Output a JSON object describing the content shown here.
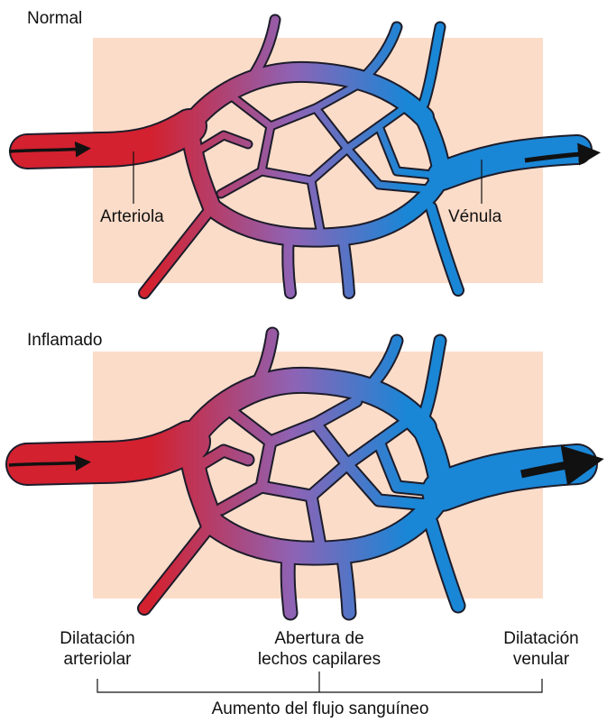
{
  "panels": [
    {
      "title": "Normal",
      "arteriole_label": "Arteriola",
      "venule_label": "Vénula"
    },
    {
      "title": "Inflamado"
    }
  ],
  "bottom_labels": {
    "left": [
      "Dilatación",
      "arteriolar"
    ],
    "center": [
      "Abertura de",
      "lechos capilares"
    ],
    "right": [
      "Dilatación",
      "venular"
    ],
    "summary": "Aumento del flujo sanguíneo"
  },
  "colors": {
    "tissue": "#fbdcc9",
    "arterial": "#d3212f",
    "capillary": "#8e63b5",
    "venous": "#1a86d6",
    "outline": "#1c1c2a"
  }
}
